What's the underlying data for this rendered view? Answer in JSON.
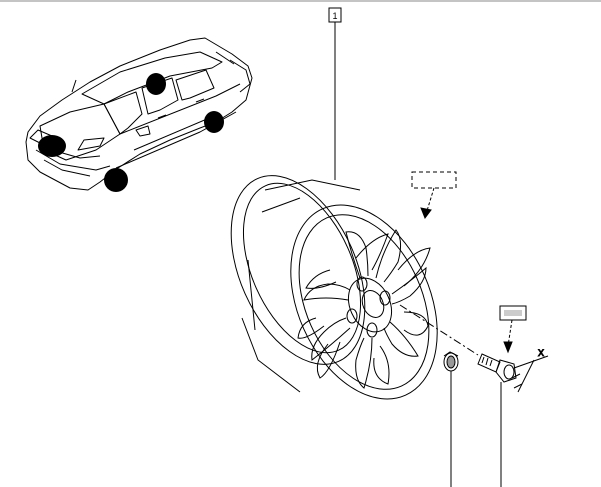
{
  "diagram": {
    "callout_label": "1",
    "dimension_label": "X",
    "parts": [
      "car-illustration",
      "alloy-wheel",
      "center-cap",
      "wheel-bolt"
    ],
    "highlighted_locations": 4,
    "highlight_color": "#000000",
    "line_color": "#000000",
    "background": "#ffffff"
  }
}
